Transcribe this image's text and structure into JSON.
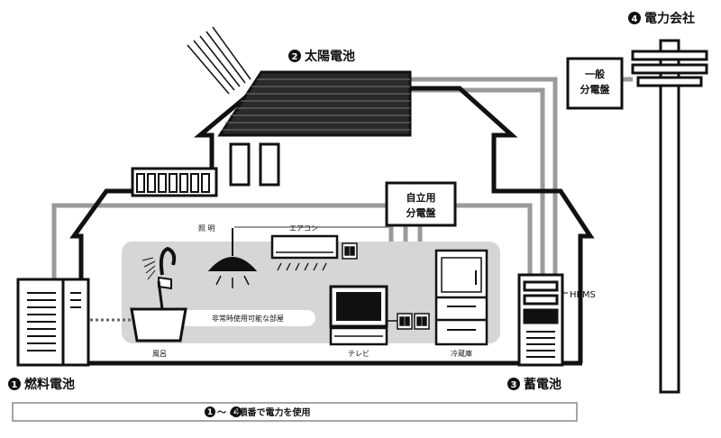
{
  "labels": {
    "fuel_cell": "燃料電池",
    "solar": "太陽電池",
    "storage_battery": "蓄電池",
    "power_company": "電力会社",
    "general_panel_line1": "一般",
    "general_panel_line2": "分電盤",
    "independent_panel_line1": "自立用",
    "independent_panel_line2": "分電盤",
    "lighting": "照 明",
    "air_conditioner": "エアコン",
    "bath": "風呂",
    "tv": "テレビ",
    "fridge": "冷蔵庫",
    "emergency_room": "非常時使用可能な部屋",
    "hems": "HEMS",
    "footer": "〜 の順番で電力を使用"
  },
  "numbers": {
    "n1": "1",
    "n2": "2",
    "n3": "3",
    "n4": "4"
  },
  "colors": {
    "line": "#111111",
    "wire": "#9a9a9a",
    "room": "#d6d6d6"
  }
}
